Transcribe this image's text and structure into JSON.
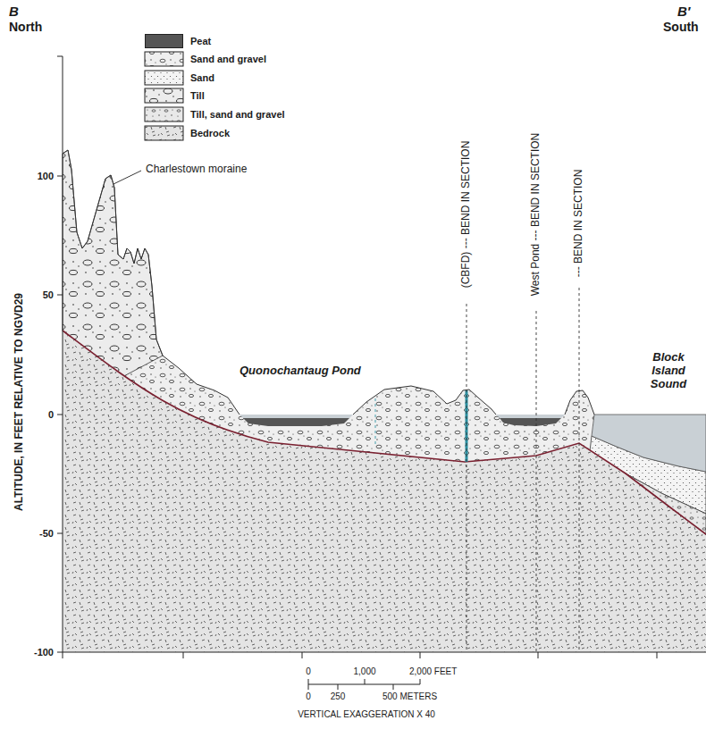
{
  "diagram": {
    "labels": [
      "B",
      "North",
      "B′",
      "South",
      "100",
      "50",
      "0",
      "-50",
      "-100",
      "ALTITUDE, IN FEET RELATIVE TO NGVD29",
      "Charlestown moraine",
      "Quonochantaug Pond",
      "Block Island Sound",
      "(CBFD) --- BEND IN SECTION",
      "West Pond --- BEND IN SECTION",
      "--- BEND IN SECTION",
      "0",
      "1,000",
      "2,000 FEET",
      "0",
      "250",
      "500 METERS",
      "VERTICAL EXAGGERATION X 40"
    ],
    "legend": [
      {
        "text": "Peat",
        "color": "#555555"
      },
      {
        "text": "Sand and gravel"
      },
      {
        "text": "Sand"
      },
      {
        "text": "Till"
      },
      {
        "text": "Till, sand and gravel"
      },
      {
        "text": "Bedrock"
      }
    ]
  }
}
